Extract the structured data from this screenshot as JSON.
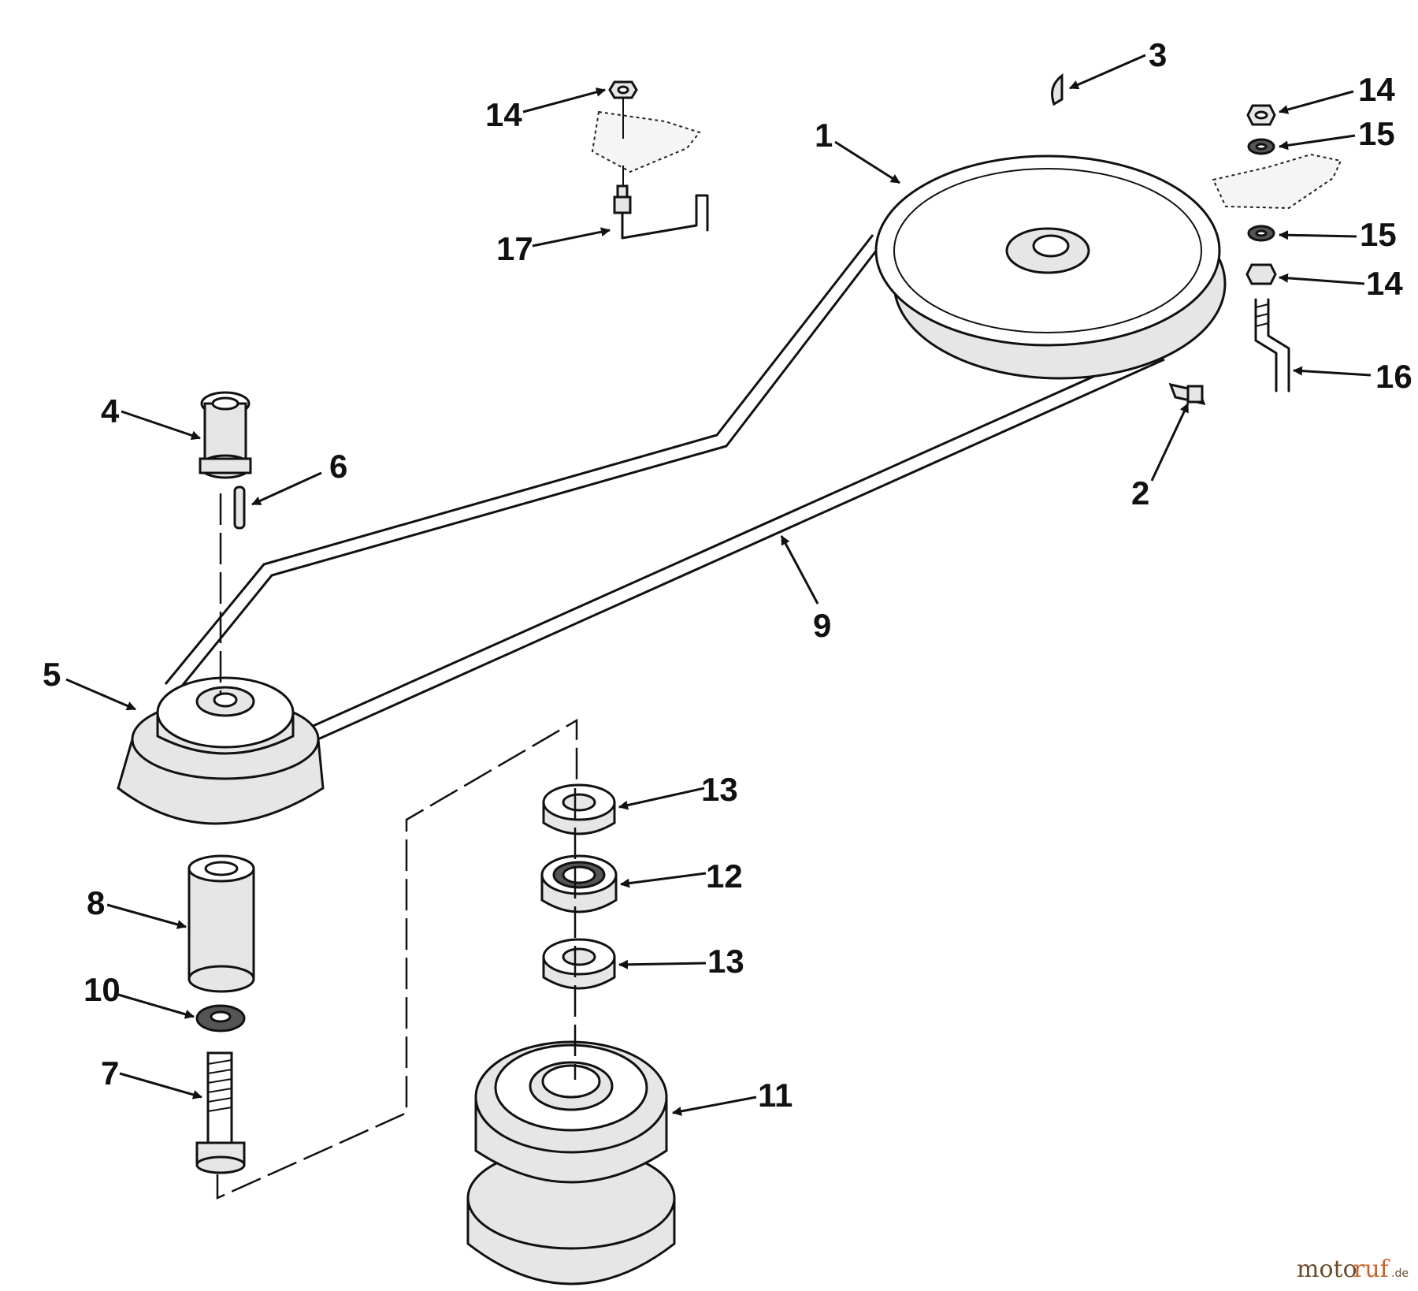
{
  "callouts": {
    "c1": "1",
    "c2": "2",
    "c3": "3",
    "c4": "4",
    "c5": "5",
    "c6": "6",
    "c7": "7",
    "c8": "8",
    "c9": "9",
    "c10": "10",
    "c11": "11",
    "c12": "12",
    "c13a": "13",
    "c13b": "13",
    "c14a": "14",
    "c14b": "14",
    "c14c": "14",
    "c15a": "15",
    "c15b": "15",
    "c16": "16",
    "c17": "17"
  },
  "watermark": {
    "part1": "moto",
    "part2": "ruf",
    "suffix": ".de"
  }
}
